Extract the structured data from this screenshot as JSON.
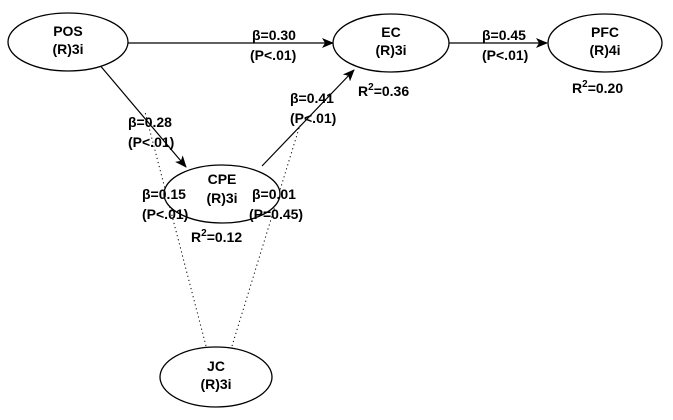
{
  "nodes": {
    "pos": {
      "name": "POS",
      "sub": "(R)3i"
    },
    "ec": {
      "name": "EC",
      "sub": "(R)3i",
      "r2_value": "=0.36"
    },
    "pfc": {
      "name": "PFC",
      "sub": "(R)4i",
      "r2_value": "=0.20"
    },
    "cpe": {
      "name": "CPE",
      "sub": "(R)3i",
      "r2_value": "=0.12"
    },
    "jc": {
      "name": "JC",
      "sub": "(R)3i"
    }
  },
  "r2_symbol": "R",
  "r2_exponent": "2",
  "beta_symbol": "β",
  "paths": {
    "pos_ec": {
      "beta": "=0.30",
      "p": "(P<.01)"
    },
    "ec_pfc": {
      "beta": "=0.45",
      "p": "(P<.01)"
    },
    "pos_cpe": {
      "beta": "=0.28",
      "p": "(P<.01)"
    },
    "cpe_ec": {
      "beta": "=0.41",
      "p": "(P<.01)"
    },
    "jc_pos": {
      "beta": "=0.15",
      "p": "(P<.01)"
    },
    "jc_ec": {
      "beta": "=0.01",
      "p": "(P=0.45)"
    }
  }
}
